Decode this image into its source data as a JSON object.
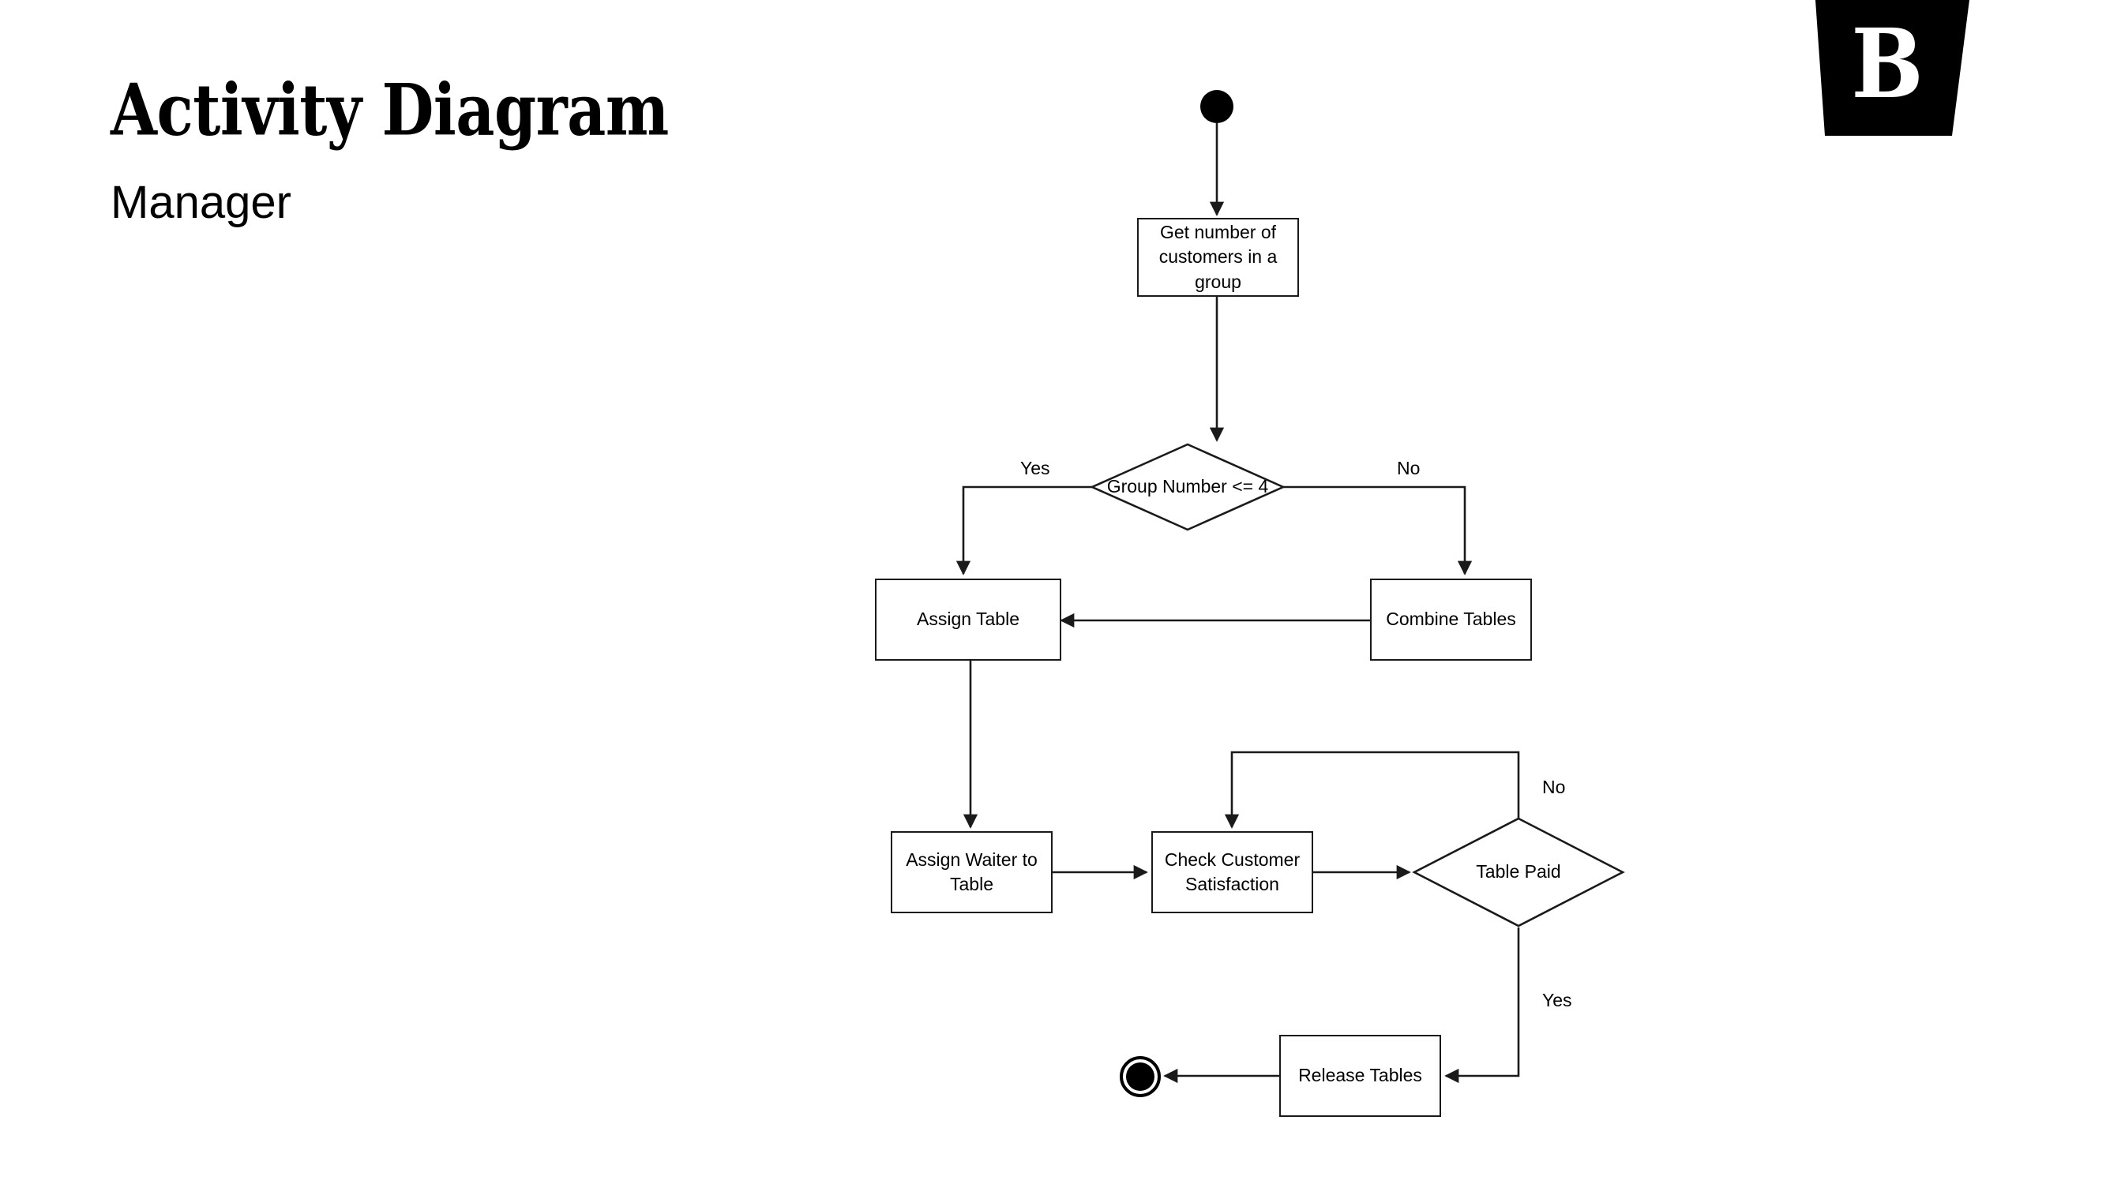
{
  "header": {
    "title": "Activity Diagram",
    "subtitle": "Manager"
  },
  "logo": {
    "letter": "B",
    "shape": "trapezoid",
    "background_color": "#000000",
    "letter_color": "#ffffff"
  },
  "diagram": {
    "type": "uml-activity-diagram",
    "stroke_color": "#1a1a1a",
    "fill_color": "#ffffff",
    "nodes": [
      {
        "id": "start",
        "kind": "initial-node",
        "label": ""
      },
      {
        "id": "get-number",
        "kind": "action",
        "label": "Get number of customers in a group"
      },
      {
        "id": "group-number-check",
        "kind": "decision",
        "label": "Group Number <= 4"
      },
      {
        "id": "assign-table",
        "kind": "action",
        "label": "Assign Table"
      },
      {
        "id": "combine-tables",
        "kind": "action",
        "label": "Combine Tables"
      },
      {
        "id": "assign-waiter",
        "kind": "action",
        "label": "Assign Waiter to Table"
      },
      {
        "id": "check-satisfaction",
        "kind": "action",
        "label": "Check Customer Satisfaction"
      },
      {
        "id": "table-paid",
        "kind": "decision",
        "label": "Table Paid"
      },
      {
        "id": "release-tables",
        "kind": "action",
        "label": "Release Tables"
      },
      {
        "id": "end",
        "kind": "final-node",
        "label": ""
      }
    ],
    "edges": [
      {
        "from": "start",
        "to": "get-number",
        "label": ""
      },
      {
        "from": "get-number",
        "to": "group-number-check",
        "label": ""
      },
      {
        "from": "group-number-check",
        "to": "assign-table",
        "label": "Yes"
      },
      {
        "from": "group-number-check",
        "to": "combine-tables",
        "label": "No"
      },
      {
        "from": "combine-tables",
        "to": "assign-table",
        "label": ""
      },
      {
        "from": "assign-table",
        "to": "assign-waiter",
        "label": ""
      },
      {
        "from": "assign-waiter",
        "to": "check-satisfaction",
        "label": ""
      },
      {
        "from": "check-satisfaction",
        "to": "table-paid",
        "label": ""
      },
      {
        "from": "table-paid",
        "to": "check-satisfaction",
        "label": "No"
      },
      {
        "from": "table-paid",
        "to": "release-tables",
        "label": "Yes"
      },
      {
        "from": "release-tables",
        "to": "end",
        "label": ""
      }
    ],
    "edge_labels": {
      "group_yes": "Yes",
      "group_no": "No",
      "paid_no": "No",
      "paid_yes": "Yes"
    }
  }
}
